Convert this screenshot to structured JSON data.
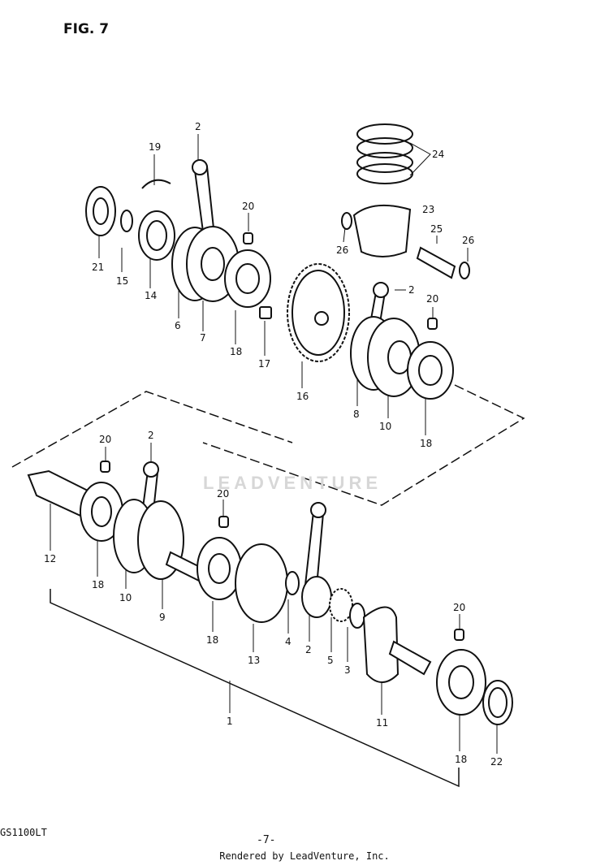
{
  "figure": {
    "title": "FIG. 7"
  },
  "footer": {
    "model_code": "GS1100LT",
    "page_number": "-7-",
    "rendered_by": "Rendered by LeadVenture, Inc."
  },
  "watermark": {
    "text": "LEADVENTURE"
  },
  "callouts": [
    "19",
    "2",
    "20",
    "21",
    "15",
    "14",
    "6",
    "7",
    "18",
    "17",
    "24",
    "23",
    "26",
    "25",
    "26",
    "2",
    "20",
    "16",
    "8",
    "10",
    "18",
    "20",
    "2",
    "20",
    "12",
    "18",
    "10",
    "9",
    "18",
    "13",
    "4",
    "2",
    "5",
    "3",
    "11",
    "1",
    "20",
    "18",
    "22"
  ]
}
